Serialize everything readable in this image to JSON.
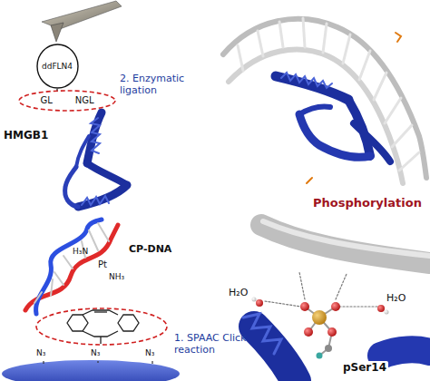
{
  "diagram": {
    "nodes": [
      {
        "text": [
          "ddFLN4"
        ]
      },
      {
        "text": [
          "GL",
          "NGL"
        ]
      }
    ],
    "edges": [
      {
        "from": 0,
        "to": 1,
        "arrow": "none"
      }
    ],
    "labels": [
      "2. Enzymatic ligation",
      "HMGB1",
      "H₃N",
      "Pt",
      "NH₃",
      "CP-DNA",
      "1. SPAAC Click reaction",
      "N₃",
      "N₃",
      "N₃",
      "Phosphorylation",
      "H₂O",
      "H₂O",
      "pSer14"
    ]
  }
}
